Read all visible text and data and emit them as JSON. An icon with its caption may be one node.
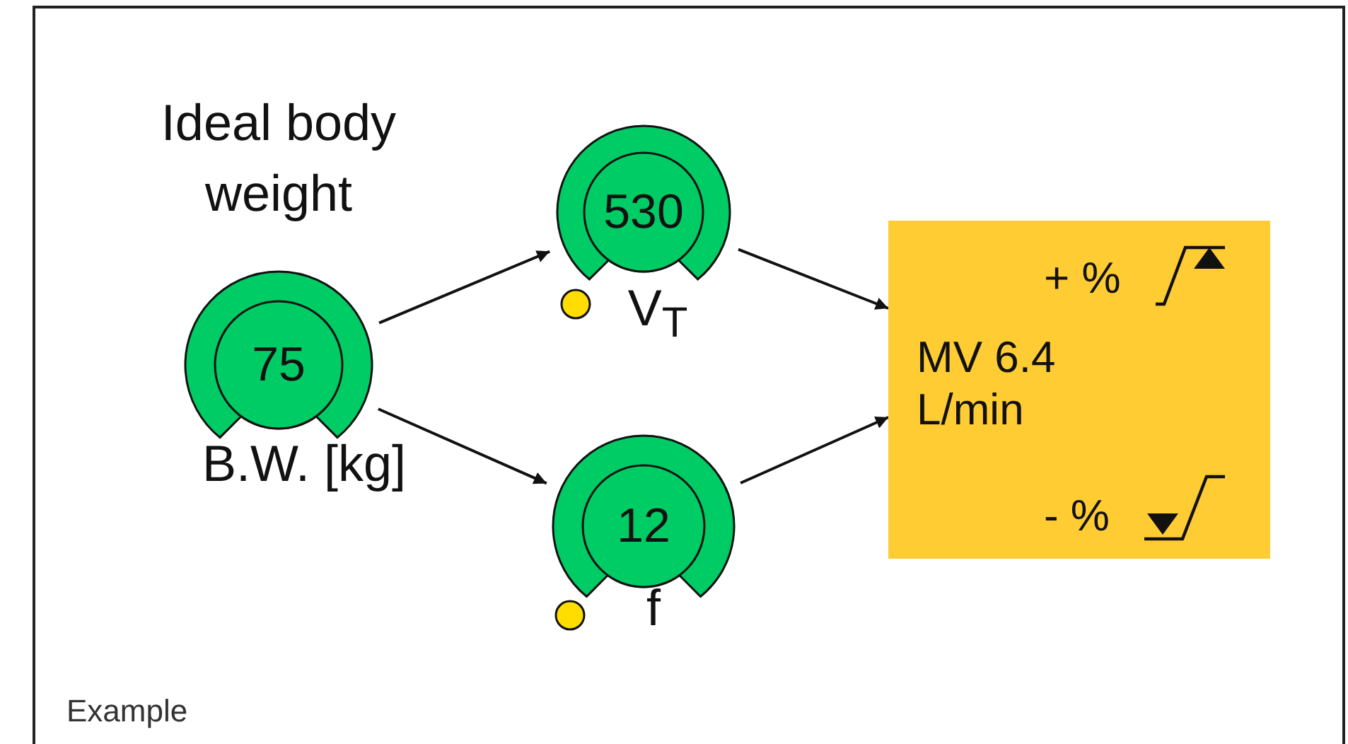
{
  "diagram": {
    "nodes": [
      {
        "text": [
          "75"
        ],
        "beside": [
          "Ideal body weight",
          "B.W. [kg]"
        ]
      },
      {
        "text": [
          "530"
        ],
        "beside": [
          "V$_{T}$"
        ]
      },
      {
        "text": [
          "12"
        ],
        "beside": [
          "f"
        ]
      },
      {
        "text": [
          "+ %",
          "MV 6.4 L/min",
          "- %"
        ]
      }
    ],
    "edges": [
      {
        "from": 0,
        "to": 1,
        "arrow": "to"
      },
      {
        "from": 0,
        "to": 2,
        "arrow": "to"
      },
      {
        "from": 1,
        "to": 3,
        "arrow": "to"
      },
      {
        "from": 2,
        "to": 3,
        "arrow": "to"
      }
    ],
    "labels": [
      "Example"
    ]
  }
}
